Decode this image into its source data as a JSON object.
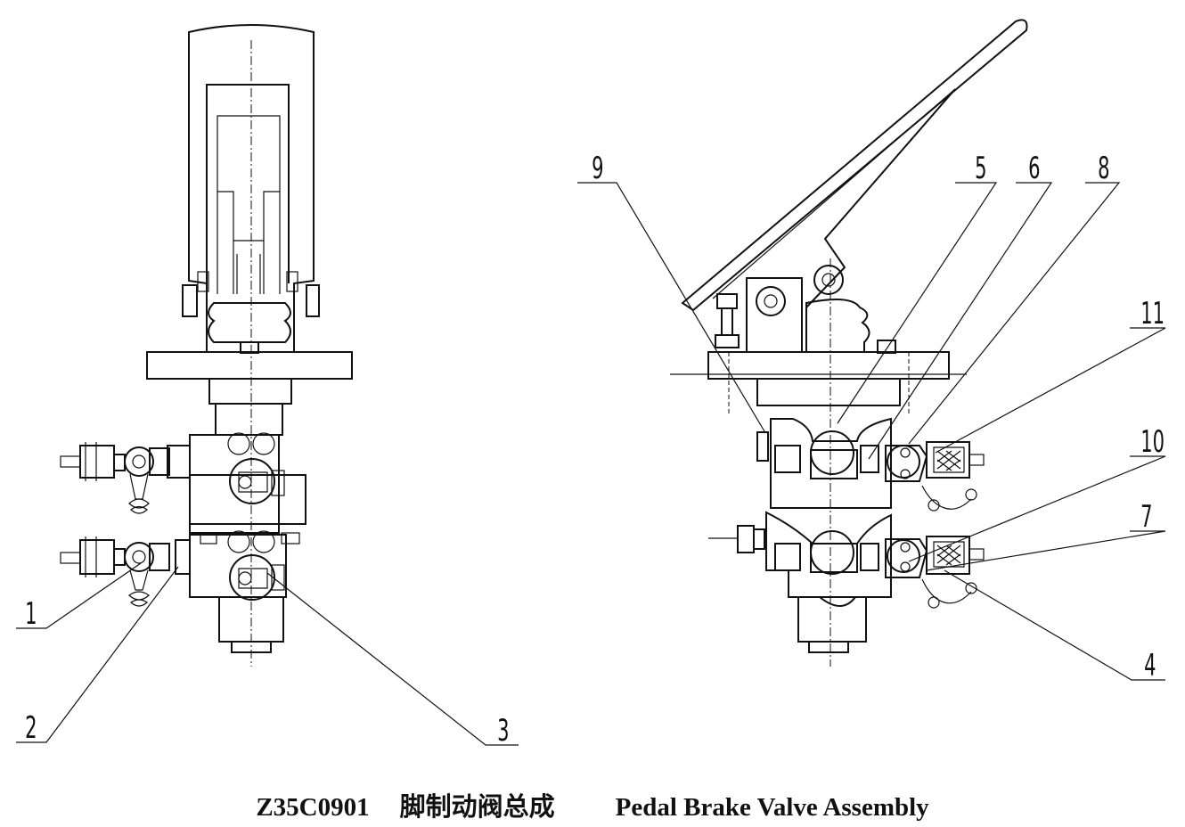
{
  "caption": {
    "code": "Z35C0901",
    "chinese_title": "脚制动阀总成",
    "english_title": "Pedal Brake Valve Assembly"
  },
  "callouts": [
    "1",
    "2",
    "3",
    "4",
    "5",
    "6",
    "7",
    "8",
    "9",
    "10",
    "11"
  ]
}
